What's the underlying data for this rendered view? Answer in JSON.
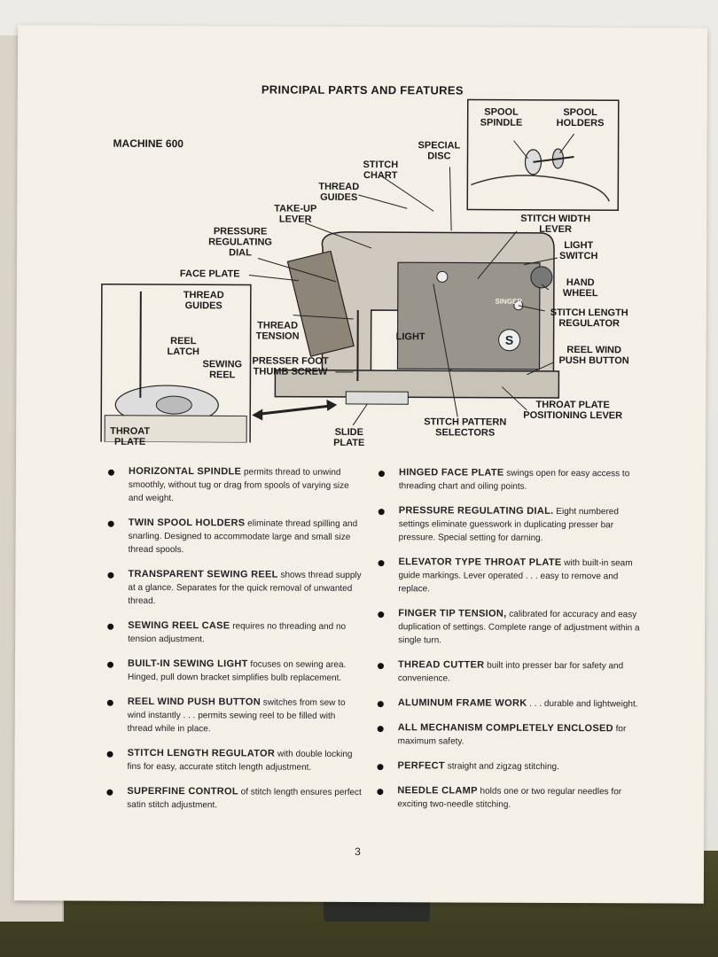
{
  "page": {
    "title": "PRINCIPAL PARTS AND FEATURES",
    "machine": "MACHINE 600",
    "page_number": "3"
  },
  "diagram_labels": {
    "spool_spindle": [
      "SPOOL",
      "SPINDLE"
    ],
    "spool_holders": [
      "SPOOL",
      "HOLDERS"
    ],
    "special_disc": [
      "SPECIAL",
      "DISC"
    ],
    "stitch_chart": [
      "STITCH",
      "CHART"
    ],
    "thread_guides_top": [
      "THREAD",
      "GUIDES"
    ],
    "take_up_lever": [
      "TAKE-UP",
      "LEVER"
    ],
    "pressure_regulating_dial": [
      "PRESSURE",
      "REGULATING",
      "DIAL"
    ],
    "face_plate": [
      "FACE PLATE"
    ],
    "stitch_width_lever": [
      "STITCH WIDTH",
      "LEVER"
    ],
    "light_switch": [
      "LIGHT",
      "SWITCH"
    ],
    "hand_wheel": [
      "HAND",
      "WHEEL"
    ],
    "stitch_length_regulator": [
      "STITCH LENGTH",
      "REGULATOR"
    ],
    "reel_wind_push_button": [
      "REEL WIND",
      "PUSH BUTTON"
    ],
    "throat_plate_positioning_lever": [
      "THROAT PLATE",
      "POSITIONING LEVER"
    ],
    "stitch_pattern_selectors": [
      "STITCH PATTERN",
      "SELECTORS"
    ],
    "slide_plate": [
      "SLIDE",
      "PLATE"
    ],
    "presser_foot_thumb_screw": [
      "PRESSER FOOT",
      "THUMB SCREW"
    ],
    "thread_tension": [
      "THREAD",
      "TENSION"
    ],
    "light": [
      "LIGHT"
    ],
    "inset_thread_guides": [
      "THREAD",
      "GUIDES"
    ],
    "reel_latch": [
      "REEL",
      "LATCH"
    ],
    "sewing_reel": [
      "SEWING",
      "REEL"
    ],
    "throat_plate": [
      "THROAT",
      "PLATE"
    ],
    "brand": "SINGER"
  },
  "features_left": [
    {
      "lead": "HORIZONTAL SPINDLE",
      "text": " permits thread to unwind smoothly, without tug or drag from spools of varying size and weight."
    },
    {
      "lead": "TWIN SPOOL HOLDERS",
      "text": " eliminate thread spilling and snarling. Designed to accommodate large and small size thread spools."
    },
    {
      "lead": "TRANSPARENT SEWING REEL",
      "text": " shows thread supply at a glance. Separates for the quick removal of unwanted thread."
    },
    {
      "lead": "SEWING REEL CASE",
      "text": " requires no threading and no tension adjustment."
    },
    {
      "lead": "BUILT-IN SEWING LIGHT",
      "text": " focuses on sewing area. Hinged, pull down bracket simplifies bulb replacement."
    },
    {
      "lead": "REEL WIND PUSH BUTTON",
      "text": " switches from sew to wind instantly . . . permits sewing reel to be filled with thread while in place."
    },
    {
      "lead": "STITCH LENGTH REGULATOR",
      "text": " with double locking fins for easy, accurate stitch length adjustment."
    },
    {
      "lead": "SUPERFINE CONTROL",
      "text": " of stitch length ensures perfect satin stitch adjustment."
    }
  ],
  "features_right": [
    {
      "lead": "HINGED FACE PLATE",
      "text": " swings open for easy access to threading chart and oiling points."
    },
    {
      "lead": "PRESSURE REGULATING DIAL.",
      "text": " Eight numbered settings eliminate guesswork in duplicating presser bar pressure. Special setting for darning."
    },
    {
      "lead": "ELEVATOR TYPE THROAT PLATE",
      "text": " with built-in seam guide markings. Lever operated . . . easy to remove and replace."
    },
    {
      "lead": "FINGER TIP TENSION,",
      "text": " calibrated for accuracy and easy duplication of settings. Complete range of adjustment within a single turn."
    },
    {
      "lead": "THREAD CUTTER",
      "text": " built into presser bar for safety and convenience."
    },
    {
      "lead": "ALUMINUM FRAME WORK",
      "text": " . . . durable and lightweight."
    },
    {
      "lead": "ALL MECHANISM COMPLETELY ENCLOSED",
      "text": " for maximum safety."
    },
    {
      "lead": "PERFECT",
      "text": " straight and zigzag stitching."
    },
    {
      "lead": "NEEDLE CLAMP",
      "text": " holds one or two regular needles for exciting two-needle stitching."
    }
  ]
}
